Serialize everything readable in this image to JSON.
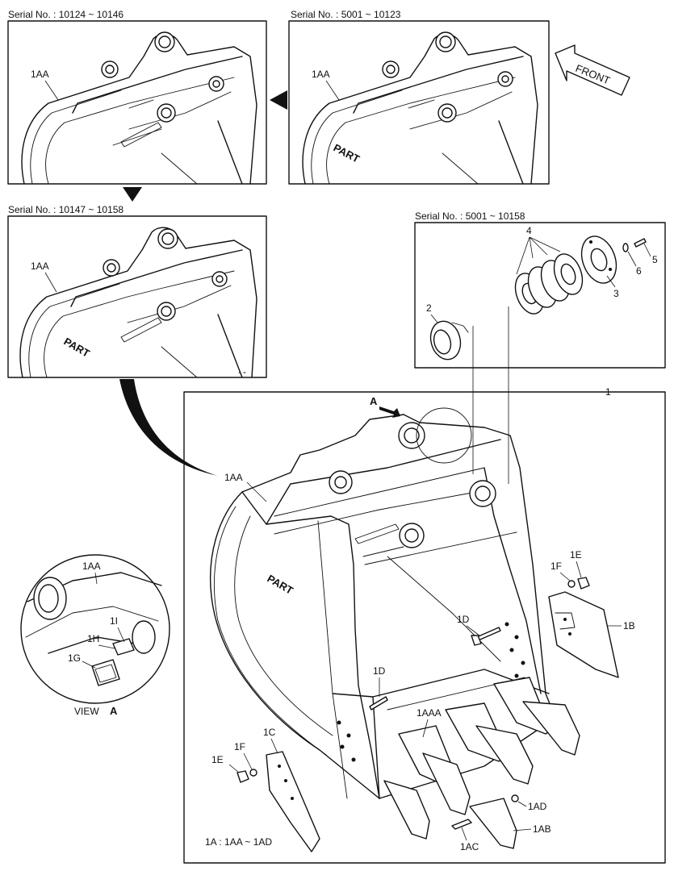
{
  "panels": {
    "top_left": {
      "serial": "Serial No. : 10124 ~ 10146",
      "part": "1AA"
    },
    "top_right": {
      "serial": "Serial No. : 5001 ~ 10123",
      "part": "1AA"
    },
    "middle_left": {
      "serial": "Serial No. : 10147 ~ 10158",
      "part": "1AA"
    },
    "detail": {
      "serial": "Serial No. : 5001 ~ 10158",
      "parts": [
        "2",
        "3",
        "4",
        "5",
        "6"
      ]
    }
  },
  "front_arrow": "FRONT",
  "main": {
    "callout": "1",
    "view_marker": "A",
    "parts": {
      "bucket": "1AA",
      "teeth": "1AAA",
      "side_cutter_right": "1B",
      "side_cutter_left": "1C",
      "bolt_right": "1D",
      "bolt_left": "1D",
      "nut_right": "1E",
      "washer_right": "1F",
      "nut_left": "1E",
      "washer_left": "1F",
      "pin": "1AD",
      "tooth_point": "1AB",
      "lock": "1AC"
    },
    "kit_note": "1A : 1AA ~ 1AD"
  },
  "view_a": {
    "title": "VIEW",
    "marker": "A",
    "parts": [
      "1AA",
      "1I",
      "1H",
      "1G"
    ]
  },
  "brand_mark": "PART"
}
